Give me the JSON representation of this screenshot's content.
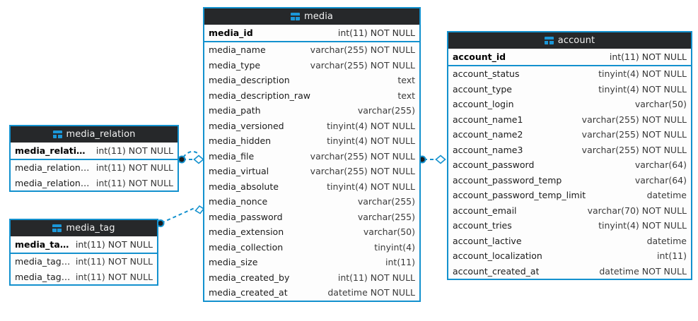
{
  "diagram": {
    "kind": "database-er-diagram",
    "background": "#ffffff",
    "accent_color": "#1391ce",
    "header_color": "#26282a",
    "entity_icon": "table-icon"
  },
  "entities": [
    {
      "id": "media",
      "title": "media",
      "primary_key": {
        "name": "media_id",
        "type": "int(11) NOT NULL"
      },
      "fields": [
        {
          "name": "media_name",
          "type": "varchar(255) NOT NULL"
        },
        {
          "name": "media_type",
          "type": "varchar(255) NOT NULL"
        },
        {
          "name": "media_description",
          "type": "text"
        },
        {
          "name": "media_description_raw",
          "type": "text"
        },
        {
          "name": "media_path",
          "type": "varchar(255)"
        },
        {
          "name": "media_versioned",
          "type": "tinyint(4) NOT NULL"
        },
        {
          "name": "media_hidden",
          "type": "tinyint(4) NOT NULL"
        },
        {
          "name": "media_file",
          "type": "varchar(255) NOT NULL"
        },
        {
          "name": "media_virtual",
          "type": "varchar(255) NOT NULL"
        },
        {
          "name": "media_absolute",
          "type": "tinyint(4) NOT NULL"
        },
        {
          "name": "media_nonce",
          "type": "varchar(255)"
        },
        {
          "name": "media_password",
          "type": "varchar(255)"
        },
        {
          "name": "media_extension",
          "type": "varchar(50)"
        },
        {
          "name": "media_collection",
          "type": "tinyint(4)"
        },
        {
          "name": "media_size",
          "type": "int(11)"
        },
        {
          "name": "media_created_by",
          "type": "int(11) NOT NULL"
        },
        {
          "name": "media_created_at",
          "type": "datetime NOT NULL"
        }
      ]
    },
    {
      "id": "account",
      "title": "account",
      "primary_key": {
        "name": "account_id",
        "type": "int(11) NOT NULL"
      },
      "fields": [
        {
          "name": "account_status",
          "type": "tinyint(4) NOT NULL"
        },
        {
          "name": "account_type",
          "type": "tinyint(4) NOT NULL"
        },
        {
          "name": "account_login",
          "type": "varchar(50)"
        },
        {
          "name": "account_name1",
          "type": "varchar(255) NOT NULL"
        },
        {
          "name": "account_name2",
          "type": "varchar(255) NOT NULL"
        },
        {
          "name": "account_name3",
          "type": "varchar(255) NOT NULL"
        },
        {
          "name": "account_password",
          "type": "varchar(64)"
        },
        {
          "name": "account_password_temp",
          "type": "varchar(64)"
        },
        {
          "name": "account_password_temp_limit",
          "type": "datetime"
        },
        {
          "name": "account_email",
          "type": "varchar(70) NOT NULL"
        },
        {
          "name": "account_tries",
          "type": "tinyint(4) NOT NULL"
        },
        {
          "name": "account_lactive",
          "type": "datetime"
        },
        {
          "name": "account_localization",
          "type": "int(11)"
        },
        {
          "name": "account_created_at",
          "type": "datetime NOT NULL"
        }
      ]
    },
    {
      "id": "media_relation",
      "title": "media_relation",
      "primary_key": {
        "name": "media_relation_id",
        "type": "int(11) NOT NULL"
      },
      "fields": [
        {
          "name": "media_relation_src",
          "type": "int(11) NOT NULL"
        },
        {
          "name": "media_relation_dst",
          "type": "int(11) NOT NULL"
        }
      ]
    },
    {
      "id": "media_tag",
      "title": "media_tag",
      "primary_key": {
        "name": "media_tag_id",
        "type": "int(11) NOT NULL"
      },
      "fields": [
        {
          "name": "media_tag_src",
          "type": "int(11) NOT NULL"
        },
        {
          "name": "media_tag_dst",
          "type": "int(11) NOT NULL"
        }
      ]
    }
  ],
  "relationships": [
    {
      "id": "rel-media-account",
      "from": "media",
      "to": "account",
      "from_marker": "filled-dot",
      "to_marker": "diamond",
      "style": "dashed"
    },
    {
      "id": "rel-media_relation-media-a",
      "from": "media_relation",
      "to": "media",
      "from_marker": "filled-dot",
      "to_marker": "diamond",
      "style": "dashed"
    },
    {
      "id": "rel-media_relation-media-b",
      "from": "media_relation",
      "to": "media",
      "from_marker": "none",
      "to_marker": "none",
      "style": "dashed-curve"
    },
    {
      "id": "rel-media_tag-media",
      "from": "media_tag",
      "to": "media",
      "from_marker": "filled-dot",
      "to_marker": "diamond",
      "style": "dashed"
    }
  ]
}
